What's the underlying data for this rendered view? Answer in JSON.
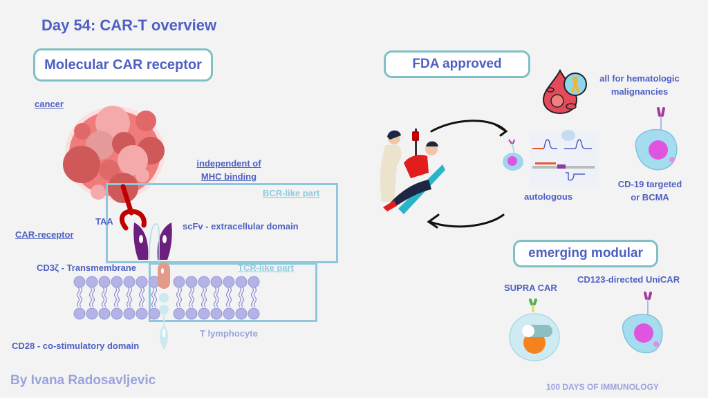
{
  "title": "Day 54: CAR-T overview",
  "left": {
    "section_label": "Molecular CAR receptor",
    "cancer_label": "cancer",
    "mhc_label_line1": "independent of",
    "mhc_label_line2": "MHC binding",
    "bcr_label": "BCR-like part",
    "taa_label": "TAA",
    "scfv_label": "scFv - extracellular domain",
    "car_receptor_label": "CAR-receptor",
    "cd3z_label": "CD3ζ -  Transmembrane",
    "tcr_label": "TCR-like part",
    "tlymph_label": "T lymphocyte",
    "cd28_label": "CD28 - co-stimulatory domain"
  },
  "right": {
    "fda_label": "FDA approved",
    "hemato_line1": "all for hematologic",
    "hemato_line2": "malignancies",
    "autologous_label": "autologous",
    "cd19_line1": "CD-19 targeted",
    "cd19_line2": "or BCMA",
    "emerging_label": "emerging modular",
    "supra_label": "SUPRA CAR",
    "unicar_label": "CD123-directed UniCAR"
  },
  "footer": {
    "author": "By Ivana Radosavljevic",
    "series": "100 DAYS OF IMMUNOLOGY"
  },
  "colors": {
    "text_primary": "#4e5fc4",
    "text_light": "#9aa3dc",
    "frame": "#8fc7dc",
    "scfv": "#6b1f7e",
    "taa": "#c00000",
    "membrane": "#b3b3e6"
  }
}
